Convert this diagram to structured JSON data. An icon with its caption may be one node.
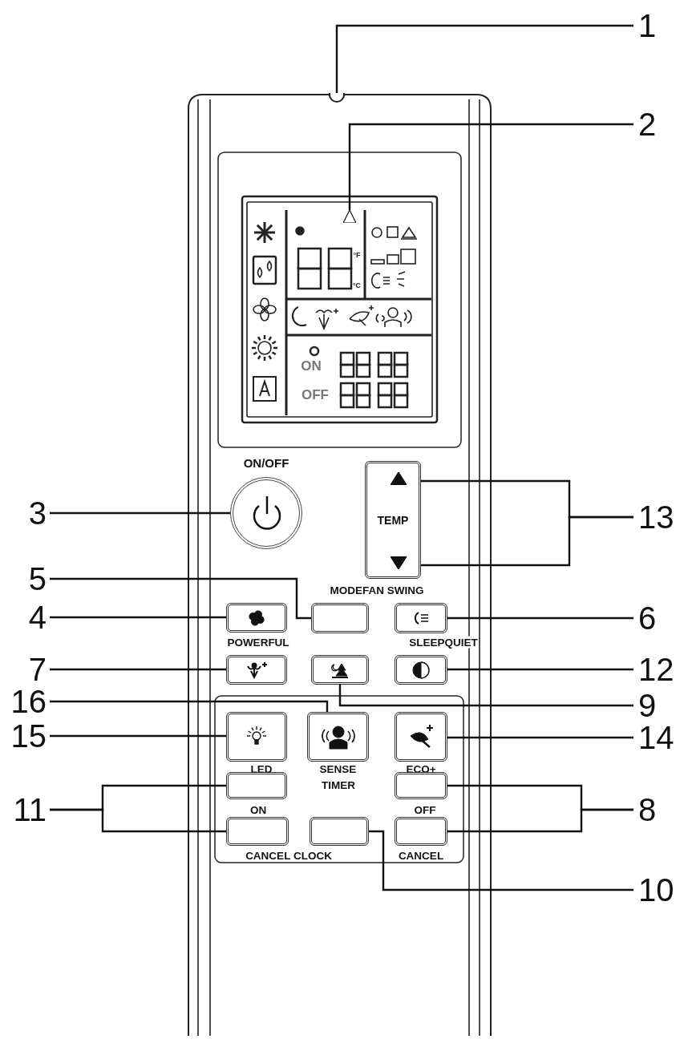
{
  "diagram": {
    "nodes": [
      {
        "text": [
          "1"
        ]
      },
      {
        "text": [
          "2"
        ]
      },
      {
        "text": [
          "3"
        ]
      },
      {
        "text": [
          "4"
        ]
      },
      {
        "text": [
          "5"
        ]
      },
      {
        "text": [
          "6"
        ]
      },
      {
        "text": [
          "7"
        ]
      },
      {
        "text": [
          "8"
        ]
      },
      {
        "text": [
          "9"
        ]
      },
      {
        "text": [
          "10"
        ]
      },
      {
        "text": [
          "11"
        ]
      },
      {
        "text": [
          "12"
        ]
      },
      {
        "text": [
          "13"
        ]
      },
      {
        "text": [
          "14"
        ]
      },
      {
        "text": [
          "15"
        ]
      },
      {
        "text": [
          "16"
        ]
      },
      {
        "text": [],
        "shape": "box"
      },
      {
        "text": [],
        "shape": "triangle"
      },
      {
        "text": [],
        "shape": "circle",
        "beside": [
          "ON/OFF"
        ]
      },
      {
        "text": [
          "TEMP"
        ]
      },
      {
        "text": [],
        "shape": "triangle",
        "in": 19
      },
      {
        "text": [],
        "shape": "triangle",
        "in": 19
      },
      {
        "text": [],
        "shape": "box"
      },
      {
        "text": [],
        "shape": "box"
      },
      {
        "text": [],
        "shape": "box"
      },
      {
        "text": [],
        "shape": "box",
        "beside": [
          "POWERFUL"
        ]
      },
      {
        "text": [],
        "shape": "box"
      },
      {
        "text": [],
        "shape": "box"
      },
      {
        "text": [],
        "shape": "box",
        "beside": [
          "LED"
        ]
      },
      {
        "text": [],
        "shape": "box",
        "beside": [
          "SENSE"
        ]
      },
      {
        "text": [],
        "shape": "box",
        "beside": [
          "ECO+"
        ]
      },
      {
        "text": [],
        "shape": "box"
      },
      {
        "text": [],
        "shape": "box"
      },
      {
        "text": [],
        "shape": "box"
      },
      {
        "text": [],
        "shape": "box"
      },
      {
        "text": [],
        "shape": "box"
      }
    ],
    "edges": [
      {
        "from": 0,
        "to": 16,
        "arrow": "none"
      },
      {
        "from": 1,
        "to": 17,
        "arrow": "none"
      },
      {
        "from": 2,
        "to": 18,
        "arrow": "none"
      },
      {
        "from": 12,
        "to": 20,
        "arrow": "none"
      },
      {
        "from": 12,
        "to": 21,
        "arrow": "none"
      },
      {
        "from": 4,
        "to": 23,
        "arrow": "none"
      },
      {
        "from": 3,
        "to": 22,
        "arrow": "none"
      },
      {
        "from": 5,
        "to": 24,
        "arrow": "none"
      },
      {
        "from": 6,
        "to": 25,
        "arrow": "none"
      },
      {
        "from": 11,
        "to": 27,
        "arrow": "none"
      },
      {
        "from": 8,
        "to": 26,
        "arrow": "none"
      },
      {
        "from": 15,
        "to": 29,
        "arrow": "none"
      },
      {
        "from": 14,
        "to": 28,
        "arrow": "none"
      },
      {
        "from": 13,
        "to": 30,
        "arrow": "none"
      },
      {
        "from": 10,
        "to": 31,
        "arrow": "none"
      },
      {
        "from": 10,
        "to": 33,
        "arrow": "none"
      },
      {
        "from": 7,
        "to": 32,
        "arrow": "none"
      },
      {
        "from": 7,
        "to": 35,
        "arrow": "none"
      },
      {
        "from": 9,
        "to": 34,
        "arrow": "none"
      }
    ],
    "labels": [
      "°F",
      "°C",
      "ON",
      "OFF",
      "MODEFAN SWING",
      "SLEEPQUIET",
      "TIMER",
      "ON",
      "OFF",
      "CANCEL CLOCK",
      "CANCEL"
    ]
  }
}
